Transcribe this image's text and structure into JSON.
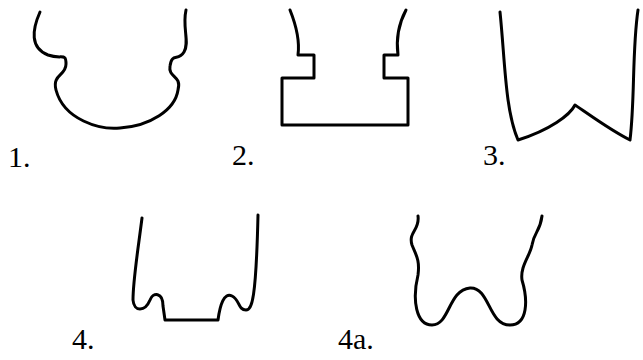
{
  "diagram": {
    "labels": [
      "1.",
      "2.",
      "3.",
      "4.",
      "4a."
    ]
  }
}
